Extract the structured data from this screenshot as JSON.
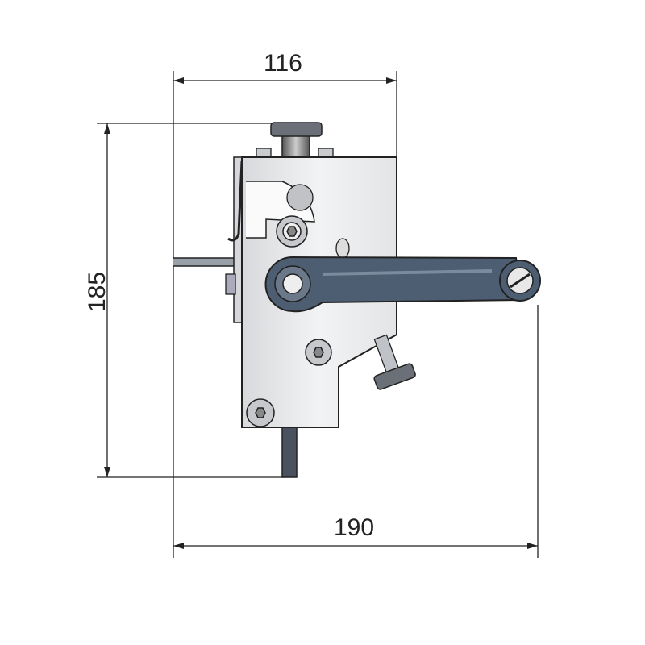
{
  "dimensions": {
    "width_top": "116",
    "height": "185",
    "width_total": "190"
  },
  "colors": {
    "lever": "#4d5d72",
    "body": "#e6e7e9",
    "line": "#222222"
  }
}
